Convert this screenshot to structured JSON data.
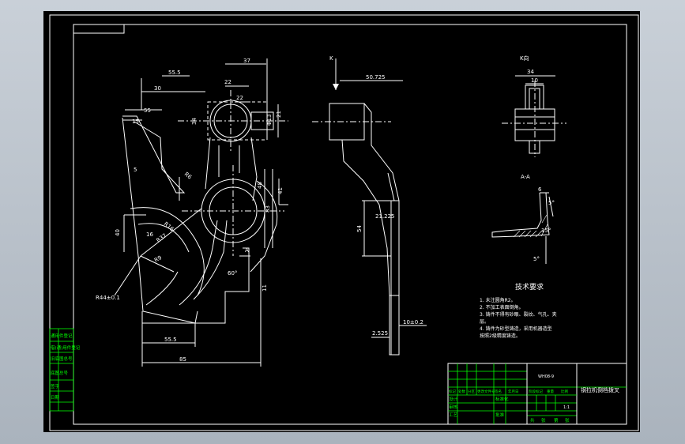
{
  "view": {
    "name": "K向",
    "section": "A-A",
    "k_arrow": "K",
    "section_mark": "A"
  },
  "dims": {
    "d555": "55.5",
    "d37": "37",
    "d22a": "22",
    "d30": "30",
    "d22b": "22",
    "d55": "55",
    "d15": "15",
    "d34": "34",
    "d21": "21",
    "dphi13": "Φ13",
    "d5": "5",
    "r6": "R6",
    "d40": "40",
    "d15b": "15",
    "r16": "R16",
    "r37": "R37",
    "d16": "16",
    "r44": "R44±0.1",
    "r9": "R9",
    "d60": "60°",
    "d11": "11",
    "d83": "83",
    "d555b": "55.5",
    "d85": "85",
    "d48": "48",
    "d41": "41",
    "d50725": "50.725",
    "d54": "54",
    "d2125": "21.225",
    "d2525": "2.525",
    "d10": "10±0.2",
    "k34": "34",
    "k10": "10",
    "s6": "6",
    "s5a": "5°",
    "s5b": "5°",
    "ang15": "15°"
  },
  "notes": {
    "title": "技术要求",
    "lines": [
      "1. 未注圆角R2。",
      "2. 不加工表面倒角。",
      "3. 铸件不得有砂眼、裂纹、气孔、夹",
      "层。",
      "4. 铸件为砂型铸造，采用机器造型",
      "按照2级精度铸造。"
    ]
  },
  "sidebar": [
    "通用件登记",
    "借(通)用件登记",
    "旧底图总号",
    "底图总号",
    "签字",
    "日期"
  ],
  "titleblock": {
    "drawing_no": "WH08-9",
    "part_name": "钢拉机倒档拨叉",
    "headers": [
      "标记",
      "处数",
      "分区",
      "更改文件号",
      "签名",
      "年月日"
    ],
    "roles": [
      "设计",
      "审核",
      "工艺"
    ],
    "std": "标准化",
    "approve": "批准",
    "stage": "阶段标记",
    "weight": "重量",
    "scale": "比例",
    "scale_val": "1:1",
    "sheet": [
      "共",
      "张",
      "第",
      "张"
    ]
  }
}
